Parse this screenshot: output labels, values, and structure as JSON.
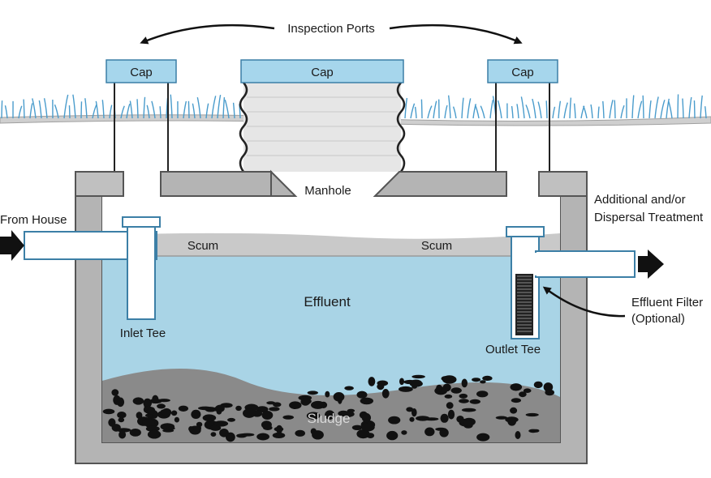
{
  "labels": {
    "inspection_ports": "Inspection Ports",
    "cap_left": "Cap",
    "cap_center": "Cap",
    "cap_right": "Cap",
    "manhole": "Manhole",
    "from_house": "From House",
    "additional_line1": "Additional and/or",
    "additional_line2": "Dispersal Treatment",
    "scum_left": "Scum",
    "scum_right": "Scum",
    "effluent": "Effluent",
    "inlet_tee": "Inlet Tee",
    "outlet_tee": "Outlet Tee",
    "effluent_filter_line1": "Effluent Filter",
    "effluent_filter_line2": "(Optional)",
    "sludge": "Sludge"
  },
  "colors": {
    "effluent_water": "#a9d4e6",
    "cap_fill": "#a6d6ec",
    "cap_stroke": "#3c7fa6",
    "grass": "#4a9ccc",
    "concrete": "#b4b4b4",
    "concrete_dark": "#8d8d8d",
    "scum": "#c9c9c9",
    "sludge_bg": "#8a8a8a",
    "sludge_stones": "#111111"
  }
}
